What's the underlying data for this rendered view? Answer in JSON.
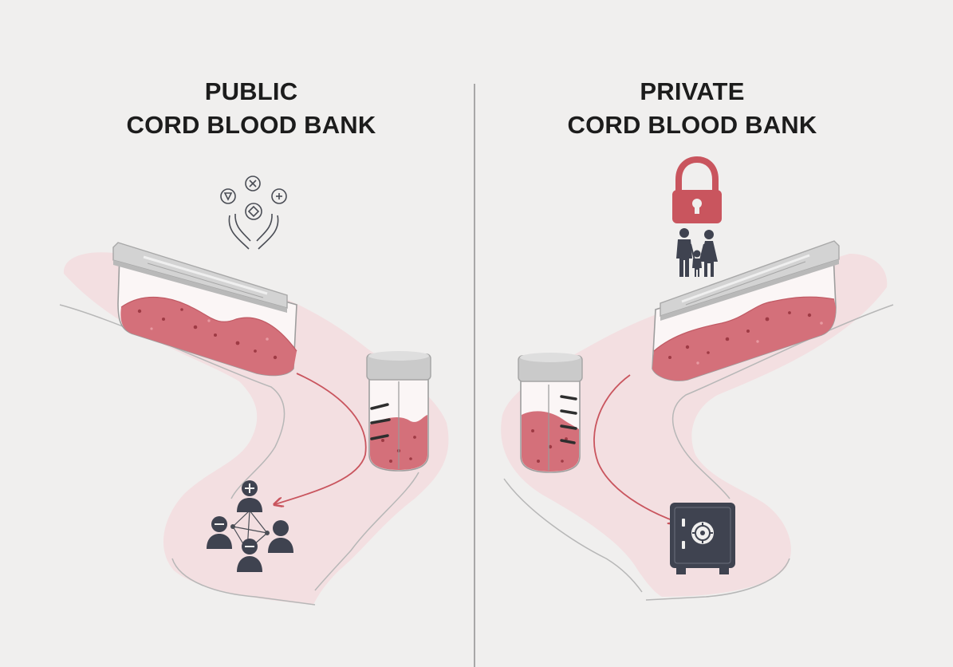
{
  "panels": {
    "public": {
      "title_line1": "PUBLIC",
      "title_line2": "CORD BLOOD BANK",
      "icons": [
        "helping-hands-icon",
        "donor-network-icon",
        "cord-blood-bag-icon",
        "collection-jar-icon"
      ]
    },
    "private": {
      "title_line1": "PRIVATE",
      "title_line2": "CORD BLOOD BANK",
      "icons": [
        "padlock-icon",
        "family-icon",
        "safe-vault-icon",
        "cord-blood-bag-icon",
        "collection-jar-icon"
      ]
    }
  },
  "colors": {
    "background": "#f0efee",
    "divider": "#8f8f8f",
    "path_fill": "#f3dfe1",
    "blood": "#d4707a",
    "blood_dark": "#b84652",
    "accent_red": "#c9555e",
    "icon_dark": "#3f4350",
    "lid_gray": "#c4c4c4",
    "title": "#1c1c1c"
  }
}
